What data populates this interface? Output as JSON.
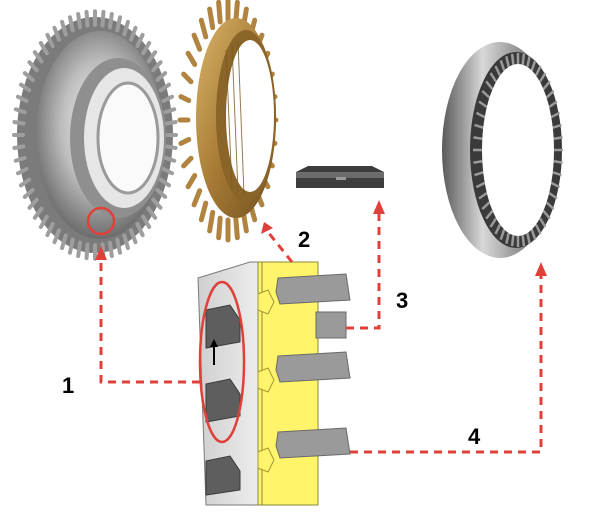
{
  "callouts": [
    {
      "id": "1",
      "label": "1"
    },
    {
      "id": "2",
      "label": "2"
    },
    {
      "id": "3",
      "label": "3"
    },
    {
      "id": "4",
      "label": "4"
    }
  ],
  "parts": [
    {
      "id": "gear",
      "icon": "helical-gear-icon"
    },
    {
      "id": "synchro-ring",
      "icon": "synchronizer-ring-icon"
    },
    {
      "id": "shift-key",
      "icon": "shift-key-icon"
    },
    {
      "id": "sleeve",
      "icon": "synchronizer-sleeve-icon"
    }
  ],
  "colors": {
    "leader": "#e0403a",
    "hub_yellow": "#fff46a",
    "tooth_grey": "#9a9a9a",
    "tooth_dark": "#5e5e5e",
    "bronze": "#b58b43"
  }
}
